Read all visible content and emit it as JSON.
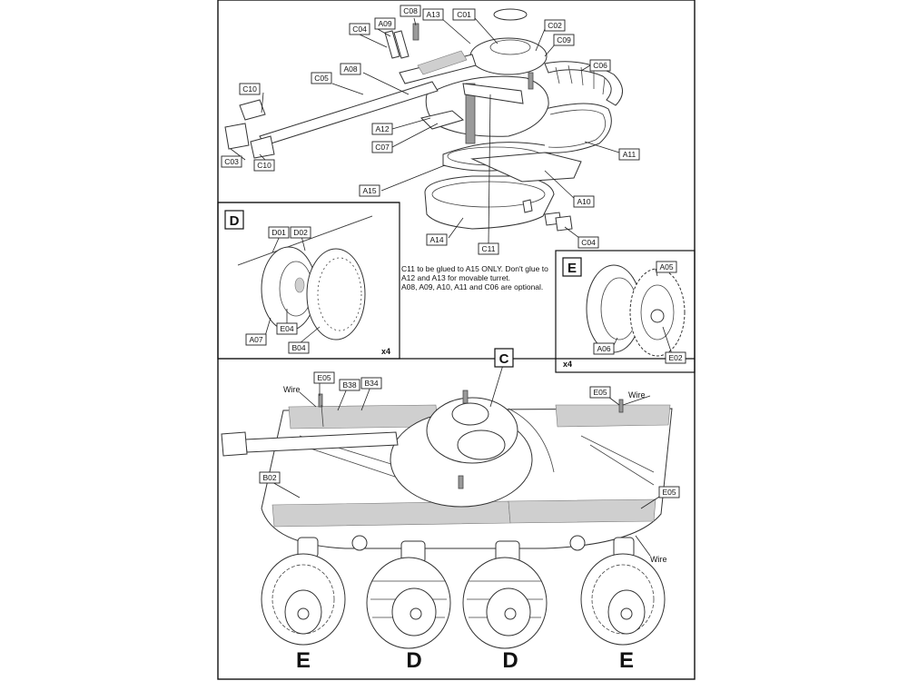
{
  "callouts": {
    "C08": "C08",
    "A13": "A13",
    "C01": "C01",
    "A09": "A09",
    "C04_top": "C04",
    "C02": "C02",
    "C09": "C09",
    "C06": "C06",
    "A08": "A08",
    "C05": "C05",
    "C10_a": "C10",
    "A12": "A12",
    "C07": "C07",
    "C03": "C03",
    "C10_b": "C10",
    "A11": "A11",
    "A15": "A15",
    "A10": "A10",
    "A14": "A14",
    "C11": "C11",
    "C04_bot": "C04",
    "D01": "D01",
    "D02": "D02",
    "E04": "E04",
    "A07": "A07",
    "B04": "B04",
    "A05": "A05",
    "A06": "A06",
    "E02": "E02",
    "E05_l": "E05",
    "B38": "B38",
    "B34": "B34",
    "E05_r1": "E05",
    "B02": "B02",
    "E05_r2": "E05"
  },
  "sections": {
    "D": "D",
    "E": "E",
    "C": "C"
  },
  "multipliers": {
    "d_panel": "x4",
    "e_panel": "x4"
  },
  "note": {
    "line1": "C11 to be glued to A15 ONLY. Don't glue to",
    "line2": "A12 and A13 for movable turret.",
    "line3": "A08, A09, A10, A11 and C06 are optional."
  },
  "wire_labels": {
    "left": "Wire",
    "right_top": "Wire",
    "right_bottom": "Wire"
  },
  "wheel_letters": [
    "E",
    "D",
    "D",
    "E"
  ]
}
